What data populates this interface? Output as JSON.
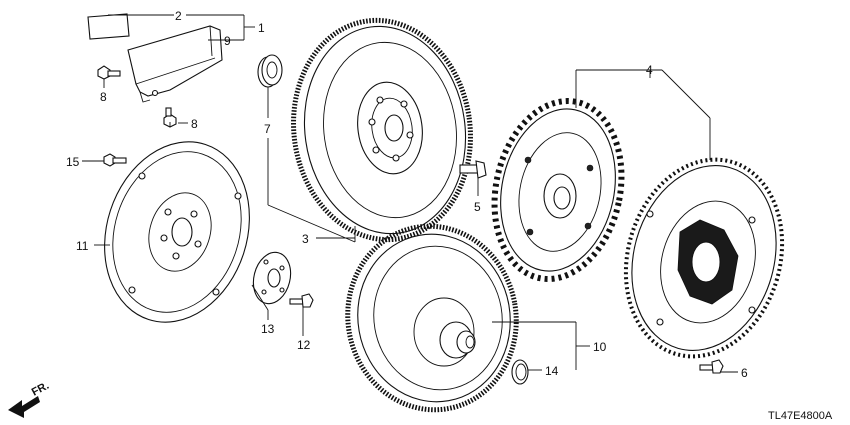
{
  "diagram_code": "TL47E4800A",
  "direction_label": "FR.",
  "callouts": {
    "c1": "1",
    "c2": "2",
    "c3": "3",
    "c4": "4",
    "c5": "5",
    "c6": "6",
    "c7": "7",
    "c8a": "8",
    "c8b": "8",
    "c9": "9",
    "c10": "10",
    "c11": "11",
    "c12": "12",
    "c13": "13",
    "c14": "14",
    "c15": "15"
  }
}
